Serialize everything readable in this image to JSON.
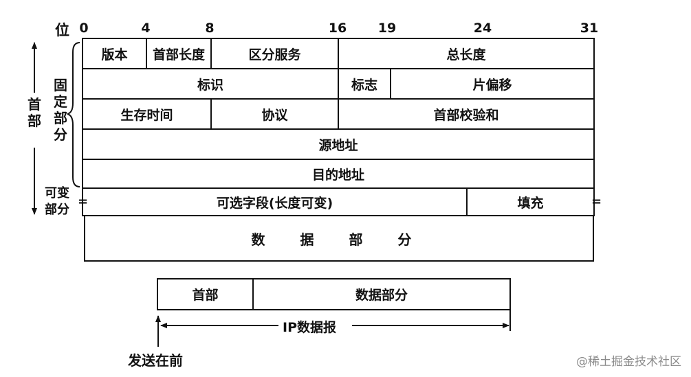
{
  "bit_label": "位",
  "bit_ticks": [
    "0",
    "4",
    "8",
    "16",
    "19",
    "24",
    "31"
  ],
  "header": {
    "label": "首部",
    "fixed_part": "固定部分",
    "variable_part_line1": "可变",
    "variable_part_line2": "部分",
    "rows": [
      [
        "版本",
        "首部长度",
        "区分服务",
        "总长度"
      ],
      [
        "标识",
        "标志",
        "片偏移"
      ],
      [
        "生存时间",
        "协议",
        "首部校验和"
      ],
      [
        "源地址"
      ],
      [
        "目的地址"
      ],
      [
        "可选字段(长度可变)",
        "填充"
      ]
    ],
    "equals_mark": "="
  },
  "data_part": "数 据 部 分",
  "packet": {
    "header": "首部",
    "data": "数据部分",
    "span_label": "IP数据报",
    "send_first": "发送在前"
  },
  "watermark": "@稀土掘金技术社区"
}
